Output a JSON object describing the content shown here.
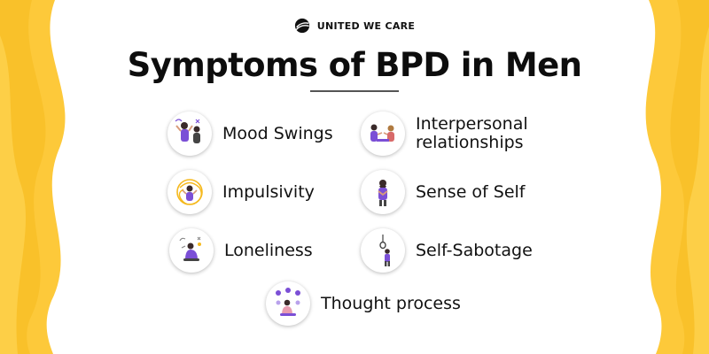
{
  "brand": {
    "name": "UNITED WE CARE"
  },
  "title": "Symptoms of BPD in Men",
  "colors": {
    "accent": "#FDC93A",
    "accent_dark": "#F5B91E",
    "icon_purple": "#7B4FD6",
    "text": "#111111"
  },
  "symptoms": [
    {
      "label": "Mood Swings",
      "icon": "mood-swings-illustration"
    },
    {
      "label": "Interpersonal relationships",
      "icon": "relationships-illustration"
    },
    {
      "label": "Impulsivity",
      "icon": "impulsivity-illustration"
    },
    {
      "label": "Sense of Self",
      "icon": "sense-of-self-illustration"
    },
    {
      "label": "Loneliness",
      "icon": "loneliness-illustration"
    },
    {
      "label": "Self-Sabotage",
      "icon": "self-sabotage-illustration"
    },
    {
      "label": "Thought process",
      "icon": "thought-process-illustration"
    }
  ]
}
